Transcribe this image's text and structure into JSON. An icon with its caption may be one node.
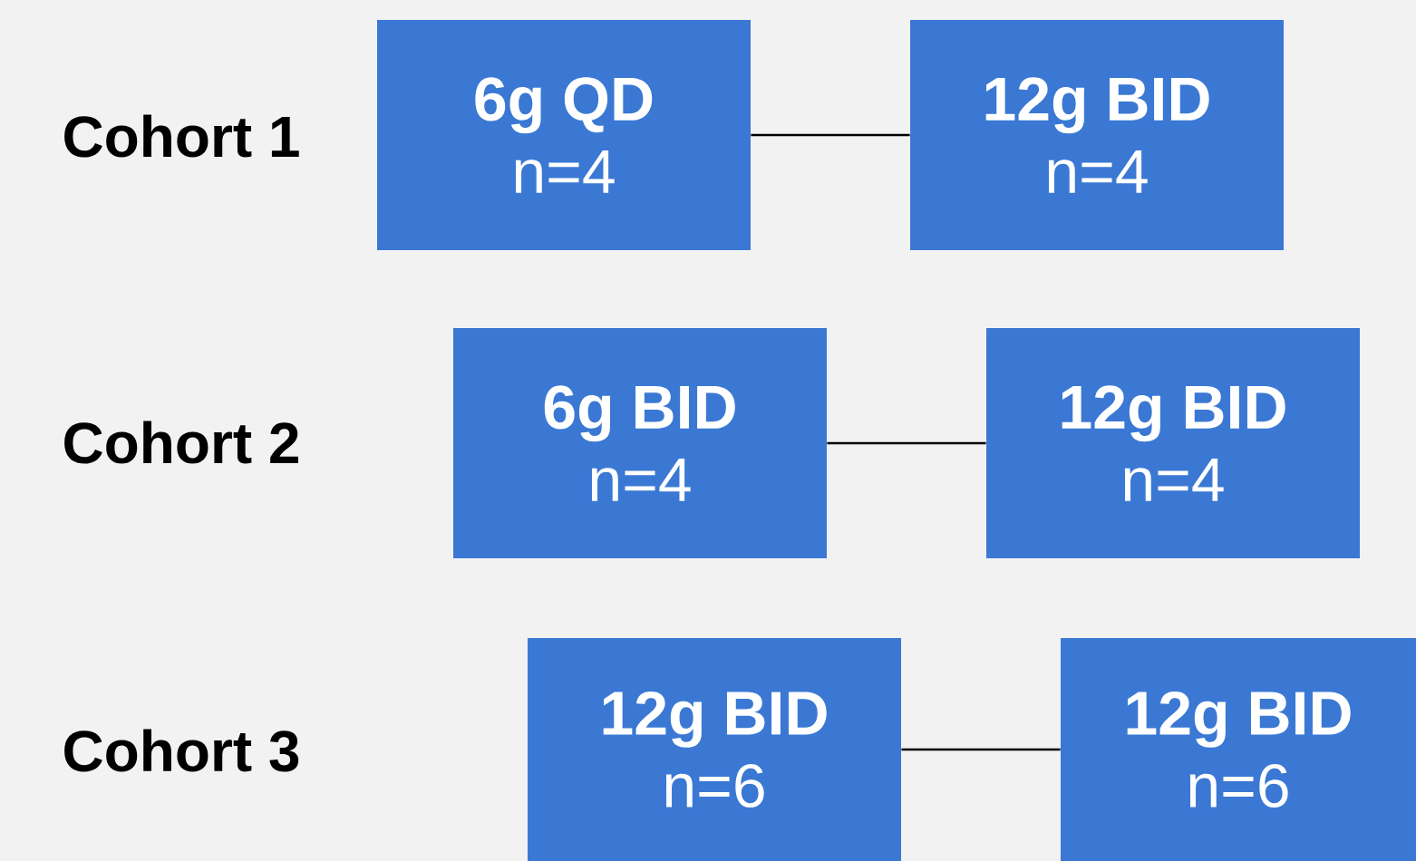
{
  "diagram": {
    "nodes": [
      {
        "text": [
          "6g QD",
          "n=4"
        ]
      },
      {
        "text": [
          "12g BID",
          "n=4"
        ]
      },
      {
        "text": [
          "6g BID",
          "n=4"
        ]
      },
      {
        "text": [
          "12g BID",
          "n=4"
        ]
      },
      {
        "text": [
          "12g BID",
          "n=6"
        ]
      },
      {
        "text": [
          "12g BID",
          "n=6"
        ]
      }
    ],
    "edges": [
      {
        "from": 0,
        "to": 1,
        "arrow": "none"
      },
      {
        "from": 2,
        "to": 3,
        "arrow": "none"
      },
      {
        "from": 4,
        "to": 5,
        "arrow": "none"
      }
    ],
    "labels": [
      "Cohort 1",
      "Cohort 2",
      "Cohort 3"
    ]
  }
}
